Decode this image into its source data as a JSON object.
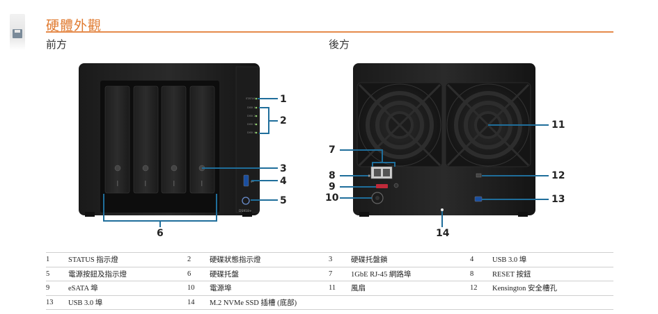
{
  "page": {
    "title": "硬體外觀",
    "front_heading": "前方",
    "rear_heading": "後方"
  },
  "device": {
    "model_badge": "DS918+",
    "front_indicators": [
      "STATUS",
      "DISK 1",
      "DISK 2",
      "DISK 3",
      "DISK 4"
    ]
  },
  "callouts": {
    "c1": "1",
    "c2": "2",
    "c3": "3",
    "c4": "4",
    "c5": "5",
    "c6": "6",
    "c7": "7",
    "c8": "8",
    "c9": "9",
    "c10": "10",
    "c11": "11",
    "c12": "12",
    "c13": "13",
    "c14": "14"
  },
  "legend": [
    [
      {
        "num": "1",
        "label": "STATUS 指示燈"
      },
      {
        "num": "2",
        "label": "硬碟狀態指示燈"
      },
      {
        "num": "3",
        "label": "硬碟托盤鎖"
      },
      {
        "num": "4",
        "label": "USB 3.0 埠"
      }
    ],
    [
      {
        "num": "5",
        "label": "電源按鈕及指示燈"
      },
      {
        "num": "6",
        "label": "硬碟托盤"
      },
      {
        "num": "7",
        "label": "1GbE RJ-45 網路埠"
      },
      {
        "num": "8",
        "label": "RESET 按鈕"
      }
    ],
    [
      {
        "num": "9",
        "label": "eSATA 埠"
      },
      {
        "num": "10",
        "label": "電源埠"
      },
      {
        "num": "11",
        "label": "風扇"
      },
      {
        "num": "12",
        "label": "Kensington 安全槽孔"
      }
    ],
    [
      {
        "num": "13",
        "label": "USB 3.0 埠"
      },
      {
        "num": "14",
        "label": "M.2 NVMe SSD 插槽 (底部)"
      },
      {
        "num": "",
        "label": ""
      },
      {
        "num": "",
        "label": ""
      }
    ]
  ]
}
